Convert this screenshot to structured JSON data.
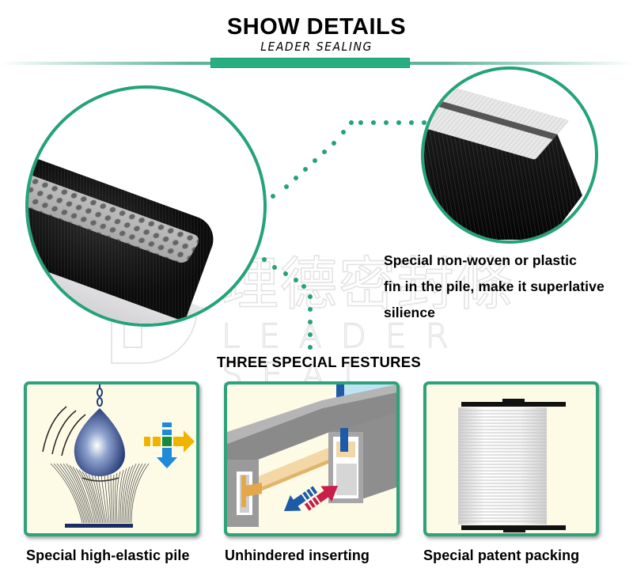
{
  "header": {
    "title": "SHOW DETAILS",
    "subtitle": "LEADER SEALING",
    "accent_color": "#27b07f"
  },
  "watermark": {
    "chinese_text": "理德密封條",
    "english_text": "LEADER SEAL",
    "logo": "LD-logo-outline"
  },
  "detail_images": [
    {
      "name": "pile-with-mesh-fin-closeup",
      "ring_color": "#24a278"
    },
    {
      "name": "pile-with-plastic-fin-closeup",
      "ring_color": "#24a278"
    }
  ],
  "description": {
    "lines": [
      "Special non-woven or plastic",
      "fin in the pile, make it superlative",
      "silience"
    ]
  },
  "features": {
    "title": "THREE SPECIAL FESTURES",
    "cards": [
      {
        "caption": "Special high-elastic pile",
        "icon": "pendulum-ball-on-pile-icon"
      },
      {
        "caption": "Unhindered inserting",
        "icon": "profile-insert-arrows-icon"
      },
      {
        "caption": "Special patent packing",
        "icon": "spool-reel-icon"
      }
    ],
    "card_bg": "#fdfbe6",
    "card_border": "#2ea37a"
  }
}
